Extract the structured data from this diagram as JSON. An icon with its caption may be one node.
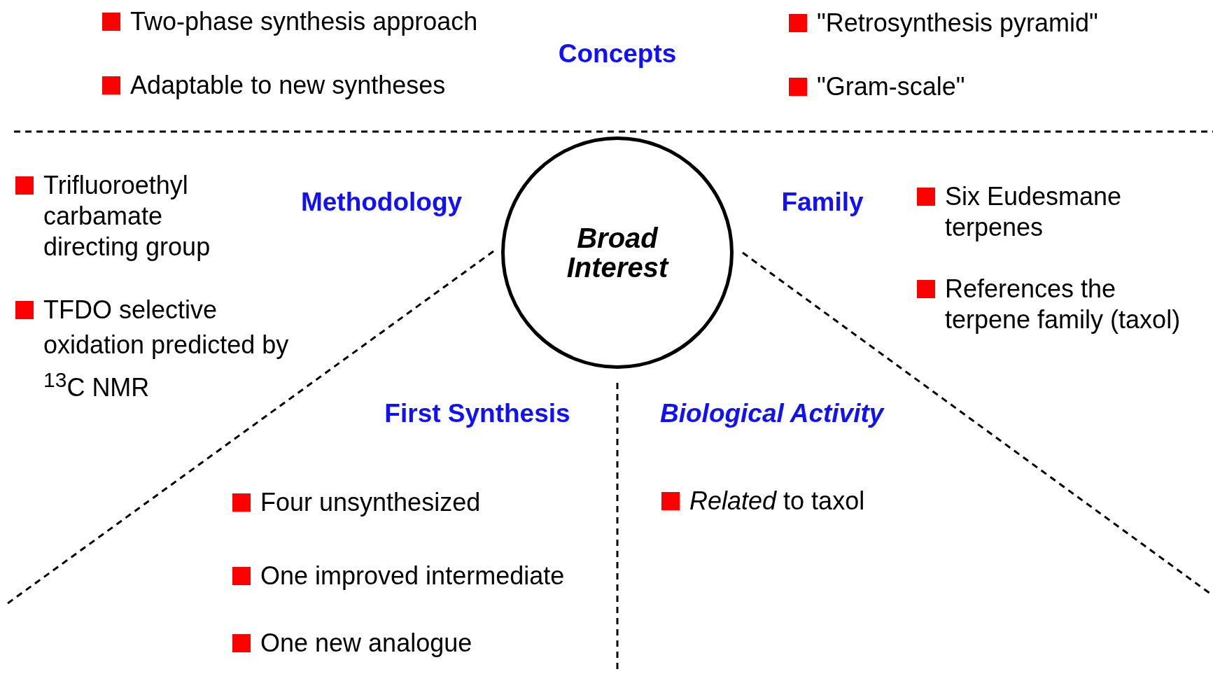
{
  "diagram": {
    "nodes": [
      {
        "text": [
          "Broad Interest"
        ]
      }
    ],
    "labels": [
      "Two-phase synthesis approach",
      "\"Retrosynthesis pyramid\"",
      "Concepts",
      "Adaptable to new syntheses",
      "\"Gram-scale\"",
      "Trifluoroethyl carbamate directing group",
      "TFDO selective oxidation predicted by $^{13}$C NMR",
      "Methodology",
      "Family",
      "Six Eudesmane terpenes",
      "References the terpene family (taxol)",
      "First Synthesis",
      "Biological Activity",
      "Four unsynthesized",
      "*Related* to taxol",
      "One improved intermediate",
      "One new analogue"
    ]
  }
}
